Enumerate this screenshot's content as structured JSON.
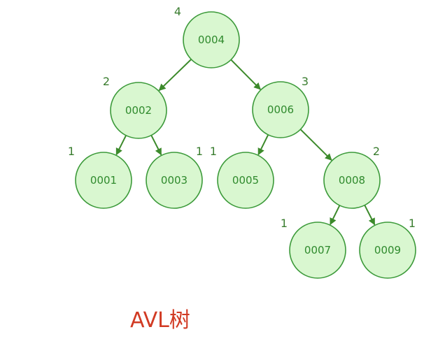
{
  "diagram": {
    "nodes": [
      {
        "id": "n4",
        "label": "0004",
        "height": "4"
      },
      {
        "id": "n2",
        "label": "0002",
        "height": "2"
      },
      {
        "id": "n6",
        "label": "0006",
        "height": "3"
      },
      {
        "id": "n1",
        "label": "0001",
        "height": "1"
      },
      {
        "id": "n3",
        "label": "0003",
        "height": "1"
      },
      {
        "id": "n5",
        "label": "0005",
        "height": "1"
      },
      {
        "id": "n8",
        "label": "0008",
        "height": "2"
      },
      {
        "id": "n7",
        "label": "0007",
        "height": "1"
      },
      {
        "id": "n9",
        "label": "0009",
        "height": "1"
      }
    ],
    "edges": [
      {
        "from": "n4",
        "to": "n2"
      },
      {
        "from": "n4",
        "to": "n6"
      },
      {
        "from": "n2",
        "to": "n1"
      },
      {
        "from": "n2",
        "to": "n3"
      },
      {
        "from": "n6",
        "to": "n5"
      },
      {
        "from": "n6",
        "to": "n8"
      },
      {
        "from": "n8",
        "to": "n7"
      },
      {
        "from": "n8",
        "to": "n9"
      }
    ],
    "colors": {
      "node_fill": "#d9f7d0",
      "node_stroke": "#3c9a3a",
      "edge": "#3c8a2b",
      "caption": "#d13a23"
    }
  },
  "caption": "AVL树"
}
